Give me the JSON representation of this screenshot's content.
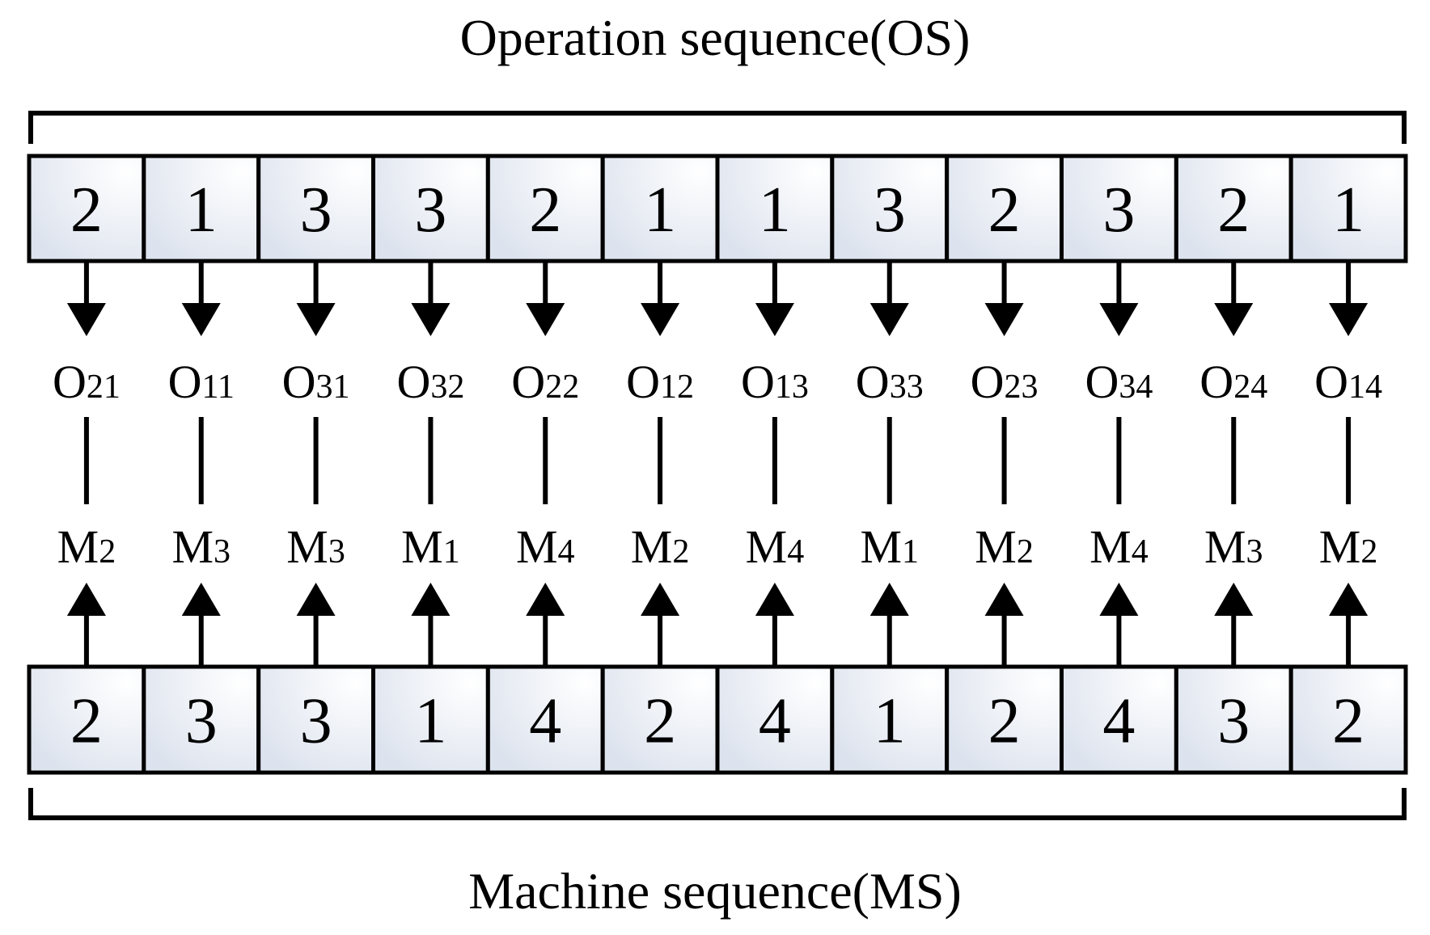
{
  "os_title": "Operation sequence(OS)",
  "ms_title": "Machine sequence(MS)",
  "os_values": [
    "2",
    "1",
    "3",
    "3",
    "2",
    "1",
    "1",
    "3",
    "2",
    "3",
    "2",
    "1"
  ],
  "ms_values": [
    "2",
    "3",
    "3",
    "1",
    "4",
    "2",
    "4",
    "1",
    "2",
    "4",
    "3",
    "2"
  ],
  "operations": [
    {
      "letter": "O",
      "sub": "21"
    },
    {
      "letter": "O",
      "sub": "11"
    },
    {
      "letter": "O",
      "sub": "31"
    },
    {
      "letter": "O",
      "sub": "32"
    },
    {
      "letter": "O",
      "sub": "22"
    },
    {
      "letter": "O",
      "sub": "12"
    },
    {
      "letter": "O",
      "sub": "13"
    },
    {
      "letter": "O",
      "sub": "33"
    },
    {
      "letter": "O",
      "sub": "23"
    },
    {
      "letter": "O",
      "sub": "34"
    },
    {
      "letter": "O",
      "sub": "24"
    },
    {
      "letter": "O",
      "sub": "14"
    }
  ],
  "machines": [
    {
      "letter": "M",
      "sub": "2"
    },
    {
      "letter": "M",
      "sub": "3"
    },
    {
      "letter": "M",
      "sub": "3"
    },
    {
      "letter": "M",
      "sub": "1"
    },
    {
      "letter": "M",
      "sub": "4"
    },
    {
      "letter": "M",
      "sub": "2"
    },
    {
      "letter": "M",
      "sub": "4"
    },
    {
      "letter": "M",
      "sub": "1"
    },
    {
      "letter": "M",
      "sub": "2"
    },
    {
      "letter": "M",
      "sub": "4"
    },
    {
      "letter": "M",
      "sub": "3"
    },
    {
      "letter": "M",
      "sub": "2"
    }
  ],
  "colors": {
    "stroke": "#000000",
    "cell_fill_light": "#ffffff",
    "cell_fill_dark": "#dde3ee"
  }
}
